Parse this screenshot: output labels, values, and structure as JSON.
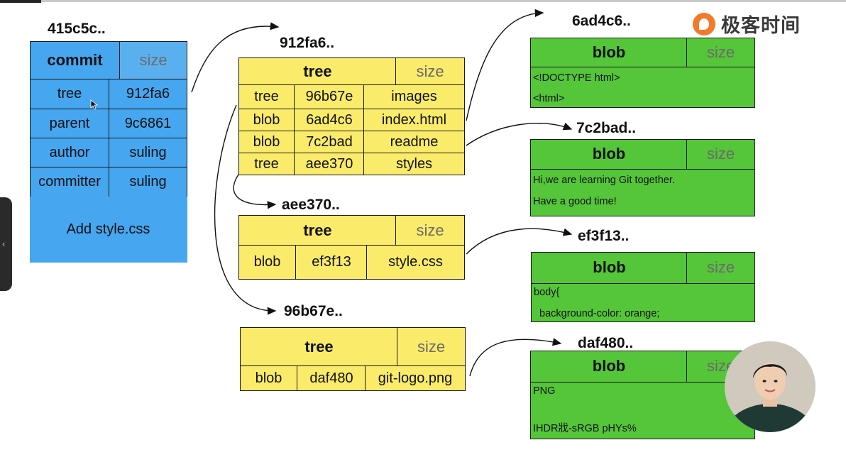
{
  "logo": {
    "text": "极客时间"
  },
  "commit": {
    "hash": "415c5c..",
    "type": "commit",
    "size": "size",
    "rows": [
      {
        "key": "tree",
        "value": "912fa6"
      },
      {
        "key": "parent",
        "value": "9c6861"
      },
      {
        "key": "author",
        "value": "suling"
      },
      {
        "key": "committer",
        "value": "suling"
      }
    ],
    "message": "Add style.css"
  },
  "trees": [
    {
      "hash": "912fa6..",
      "type": "tree",
      "size": "size",
      "entries": [
        {
          "mode": "tree",
          "id": "96b67e",
          "name": "images"
        },
        {
          "mode": "blob",
          "id": "6ad4c6",
          "name": "index.html"
        },
        {
          "mode": "blob",
          "id": "7c2bad",
          "name": "readme"
        },
        {
          "mode": "tree",
          "id": "aee370",
          "name": "styles"
        }
      ]
    },
    {
      "hash": "aee370..",
      "type": "tree",
      "size": "size",
      "entries": [
        {
          "mode": "blob",
          "id": "ef3f13",
          "name": "style.css"
        }
      ]
    },
    {
      "hash": "96b67e..",
      "type": "tree",
      "size": "size",
      "entries": [
        {
          "mode": "blob",
          "id": "daf480",
          "name": "git-logo.png"
        }
      ]
    }
  ],
  "blobs": [
    {
      "hash": "6ad4c6..",
      "type": "blob",
      "size": "size",
      "lines": [
        "<!DOCTYPE html>",
        "<html>"
      ]
    },
    {
      "hash": "7c2bad..",
      "type": "blob",
      "size": "size",
      "lines": [
        "Hi,we are learning Git together.",
        "Have a good time!"
      ]
    },
    {
      "hash": "ef3f13..",
      "type": "blob",
      "size": "size",
      "lines": [
        "body{",
        "  background-color: orange;"
      ]
    },
    {
      "hash": "daf480..",
      "type": "blob",
      "size": "size",
      "lines": [
        "PNG",
        "",
        "IHDR戕-sRGB pHYs%"
      ]
    }
  ],
  "colors": {
    "commit": "#46a6f0",
    "tree": "#fbeb6a",
    "blob": "#55c53a",
    "logo": "#f27a2b"
  }
}
